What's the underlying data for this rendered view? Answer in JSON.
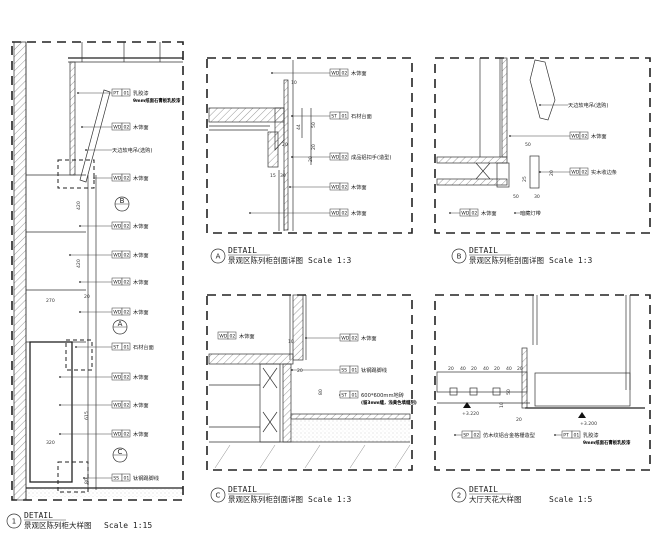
{
  "details": {
    "d1": {
      "id": "1",
      "heading": "DETAIL",
      "name": "景观区陈列柜大样图",
      "scale": "Scale 1:15",
      "callouts": [
        {
          "code": "PT",
          "num": "01",
          "text": "乳胶漆",
          "sub": "9mm纸面石膏板乳胶漆"
        },
        {
          "code": "WD",
          "num": "02",
          "text": "木饰面"
        },
        {
          "text": "天边软电吊(选购)"
        },
        {
          "code": "WD",
          "num": "02",
          "text": "木饰面"
        },
        {
          "code": "WD",
          "num": "02",
          "text": "木饰面"
        },
        {
          "code": "WD",
          "num": "02",
          "text": "木饰面"
        },
        {
          "code": "WD",
          "num": "02",
          "text": "木饰面"
        },
        {
          "code": "WD",
          "num": "02",
          "text": "木饰面"
        },
        {
          "code": "ST",
          "num": "01",
          "text": "石材台面"
        },
        {
          "code": "WD",
          "num": "02",
          "text": "木饰面"
        },
        {
          "code": "WD",
          "num": "02",
          "text": "木饰面"
        },
        {
          "code": "WD",
          "num": "02",
          "text": "木饰面"
        },
        {
          "code": "SS",
          "num": "01",
          "text": "钛钢踢脚线"
        }
      ],
      "refs": [
        "B",
        "A",
        "C"
      ],
      "dims": [
        "420",
        "420",
        "270",
        "320",
        "20",
        "615",
        "80"
      ]
    },
    "dA": {
      "id": "A",
      "heading": "DETAIL",
      "name": "景观区陈列柜剖面详图",
      "scale": "Scale 1:3",
      "callouts": [
        {
          "code": "WD",
          "num": "02",
          "text": "木饰面"
        },
        {
          "code": "ST",
          "num": "01",
          "text": "石材台面"
        },
        {
          "code": "WD",
          "num": "02",
          "text": "成品铝扣手(造型)"
        },
        {
          "code": "WD",
          "num": "02",
          "text": "木饰面"
        },
        {
          "code": "WD",
          "num": "02",
          "text": "木饰面"
        }
      ],
      "dims": [
        "10",
        "44",
        "50",
        "20",
        "20",
        "20",
        "15",
        "30"
      ]
    },
    "dB": {
      "id": "B",
      "heading": "DETAIL",
      "name": "景观区陈列柜剖面详图",
      "scale": "Scale 1:3",
      "callouts": [
        {
          "text": "天边软电吊(选购)"
        },
        {
          "code": "WD",
          "num": "02",
          "text": "木饰面"
        },
        {
          "code": "WD",
          "num": "02",
          "text": "实木收边条"
        },
        {
          "code": "WD",
          "num": "02",
          "text": "木饰面"
        },
        {
          "text": "暗藏灯带"
        }
      ],
      "dims": [
        "50",
        "25",
        "50",
        "20",
        "30"
      ]
    },
    "dC": {
      "id": "C",
      "heading": "DETAIL",
      "name": "景观区陈列柜剖面详图",
      "scale": "Scale 1:3",
      "callouts": [
        {
          "code": "WD",
          "num": "02",
          "text": "木饰面"
        },
        {
          "code": "WD",
          "num": "02",
          "text": "木饰面"
        },
        {
          "code": "SS",
          "num": "01",
          "text": "钛钢踢脚线"
        },
        {
          "code": "ST",
          "num": "01",
          "text": "600*600mm地砖",
          "sub": "(留3mm缝，浅黄色填缝剂)"
        }
      ],
      "dims": [
        "10",
        "20",
        "80"
      ]
    },
    "d2": {
      "id": "2",
      "heading": "DETAIL",
      "name": "大厅天花大样图",
      "scale": "Scale 1:5",
      "callouts": [
        {
          "code": "SP",
          "num": "02",
          "text": "仿木纹铝合金格栅造型"
        },
        {
          "code": "PT",
          "num": "01",
          "text": "乳胶漆",
          "sub": "9mm纸面石膏板乳胶漆"
        }
      ],
      "levels": [
        "+3.220",
        "+3.200"
      ],
      "dims": [
        "20",
        "40",
        "20",
        "40",
        "20",
        "40",
        "20",
        "50",
        "10",
        "20"
      ]
    }
  }
}
